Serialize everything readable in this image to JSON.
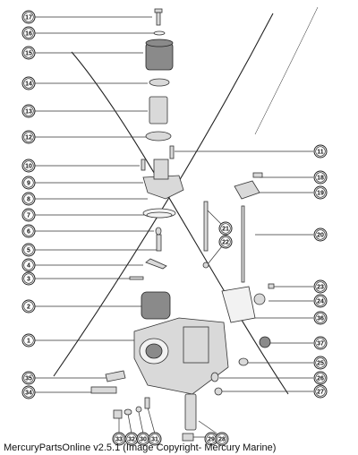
{
  "caption": "MercuryPartsOnline v2.5.1 (Image Copyright- Mercury Marine)",
  "callouts_left": [
    "17",
    "16",
    "15",
    "14",
    "13",
    "12",
    "10",
    "9",
    "8",
    "7",
    "6",
    "5",
    "4",
    "3",
    "2",
    "1",
    "35",
    "34"
  ],
  "callouts_right": [
    "11",
    "18",
    "19",
    "21",
    "22",
    "20",
    "23",
    "24",
    "36",
    "37",
    "25",
    "26",
    "27"
  ],
  "callouts_bottom": [
    "33",
    "32",
    "30",
    "31",
    "29",
    "28"
  ]
}
